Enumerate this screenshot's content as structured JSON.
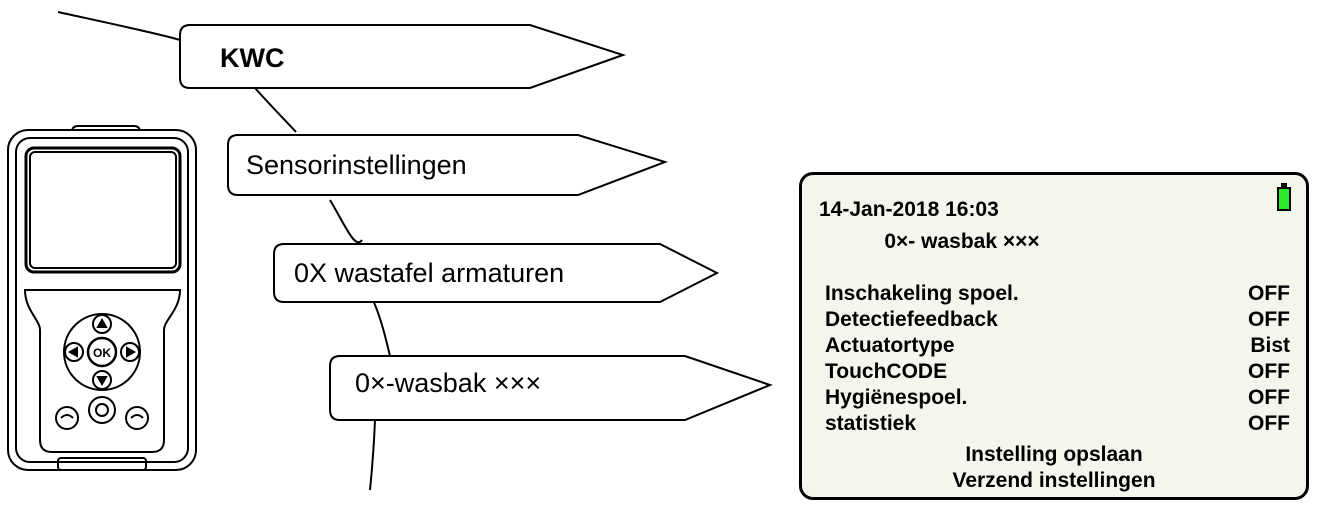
{
  "menu_path": [
    "KWC",
    "Sensorinstellingen",
    "0X wastafel armaturen",
    "0×-wasbak ×××"
  ],
  "screen": {
    "datetime": "14-Jan-2018 16:03",
    "subtitle": "0×- wasbak ×××",
    "settings": [
      {
        "label": "Inschakeling spoel.",
        "value": "OFF"
      },
      {
        "label": "Detectiefeedback",
        "value": "OFF"
      },
      {
        "label": "Actuatortype",
        "value": "Bist"
      },
      {
        "label": "TouchCODE",
        "value": "OFF"
      },
      {
        "label": "Hygiënespoel.",
        "value": "OFF"
      },
      {
        "label": "statistiek",
        "value": "OFF"
      }
    ],
    "actions": [
      "Instelling opslaan",
      "Verzend instellingen"
    ],
    "battery_color": "#2ee82e"
  },
  "device": {
    "ok_label": "OK"
  }
}
